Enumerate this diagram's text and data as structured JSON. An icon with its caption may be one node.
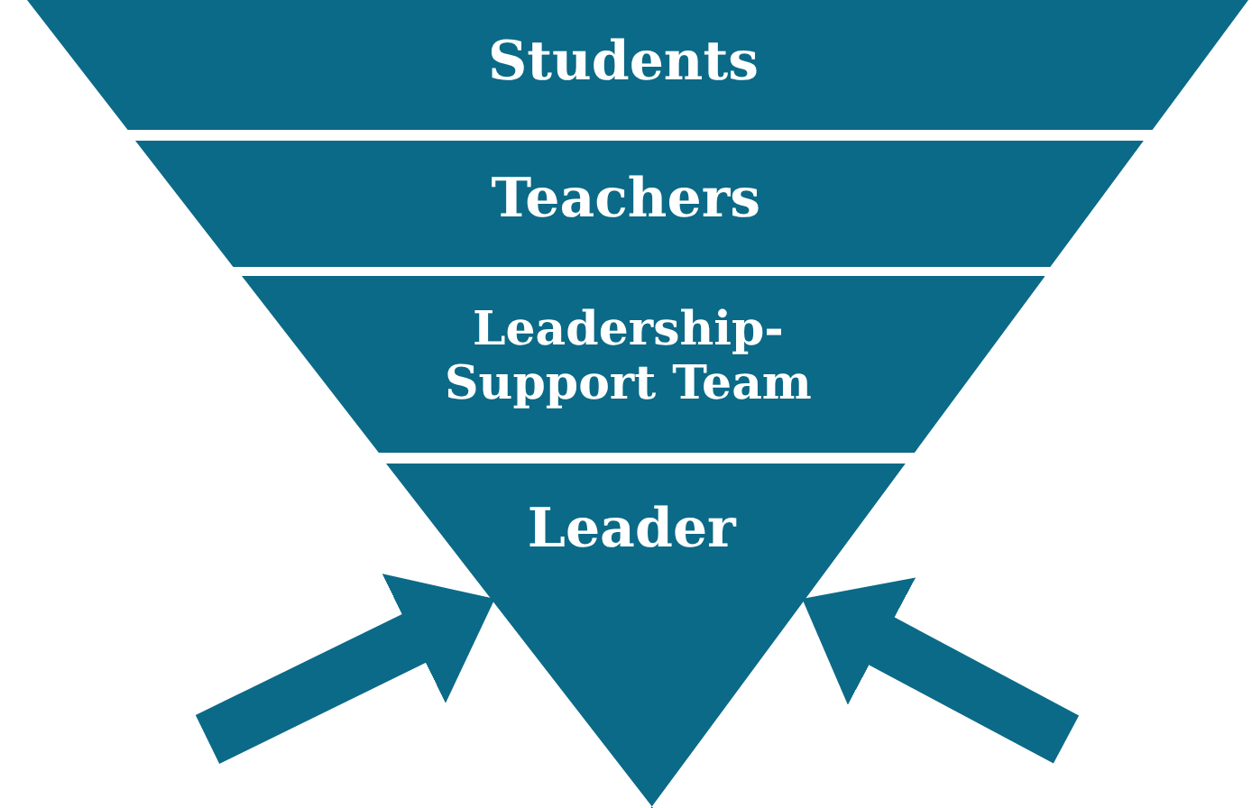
{
  "diagram": {
    "nodes": [
      {
        "text": [
          "Students"
        ]
      },
      {
        "text": [
          "Teachers"
        ]
      },
      {
        "text": [
          "Leadership- Support Team"
        ]
      },
      {
        "text": [
          "Leader"
        ]
      }
    ],
    "edges": [
      {
        "from": null,
        "to": 3,
        "arrow": "to"
      },
      {
        "from": null,
        "to": 3,
        "arrow": "to"
      }
    ]
  }
}
